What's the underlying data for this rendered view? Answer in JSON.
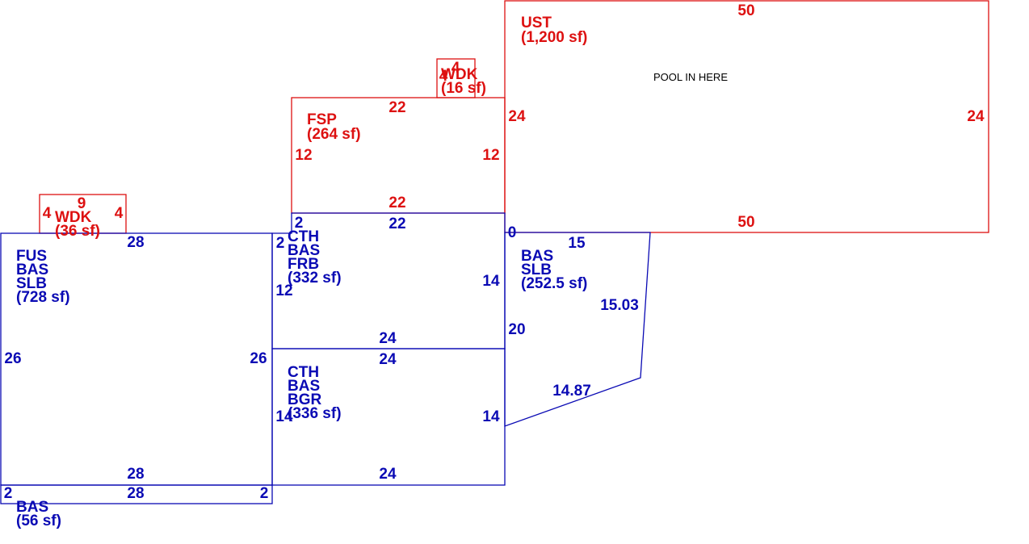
{
  "colors": {
    "blue": "#0a0ab4",
    "red": "#dd1111",
    "black": "#000000"
  },
  "areas": {
    "ust": {
      "code": "UST",
      "area": "(1,200 sf)",
      "note": "POOL IN HERE",
      "top": "50",
      "bottom": "50",
      "left": "24",
      "right": "24"
    },
    "fsp": {
      "code": "FSP",
      "area": "(264 sf)",
      "top": "22",
      "bottom": "22",
      "left": "12",
      "right": "12"
    },
    "wdk_top": {
      "code": "WDK",
      "area": "(16 sf)",
      "top": "4",
      "side": "4"
    },
    "wdk_left": {
      "code": "WDK",
      "area": "(36 sf)",
      "top": "9",
      "left": "4",
      "right": "4"
    },
    "fus": {
      "codes": [
        "FUS",
        "BAS",
        "SLB"
      ],
      "area": "(728 sf)",
      "top": "28",
      "bottom": "28",
      "left": "26",
      "right": "26"
    },
    "cth_frb": {
      "codes": [
        "CTH",
        "BAS",
        "FRB"
      ],
      "area": "(332 sf)",
      "top": "22",
      "bottom": "24",
      "left": "12",
      "right": "14",
      "jog_top": "2",
      "jog_side": "2"
    },
    "cth_bgr": {
      "codes": [
        "CTH",
        "BAS",
        "BGR"
      ],
      "area": "(336 sf)",
      "top": "24",
      "bottom": "24",
      "left": "14",
      "right": "14"
    },
    "bas_slb": {
      "codes": [
        "BAS",
        "SLB"
      ],
      "area": "(252.5 sf)",
      "top": "15",
      "slant": "15.03",
      "bottom": "14.87",
      "left": "20",
      "zero": "0"
    },
    "bas_small": {
      "code": "BAS",
      "area": "(56 sf)",
      "top": "28",
      "left": "2",
      "right": "2"
    }
  }
}
